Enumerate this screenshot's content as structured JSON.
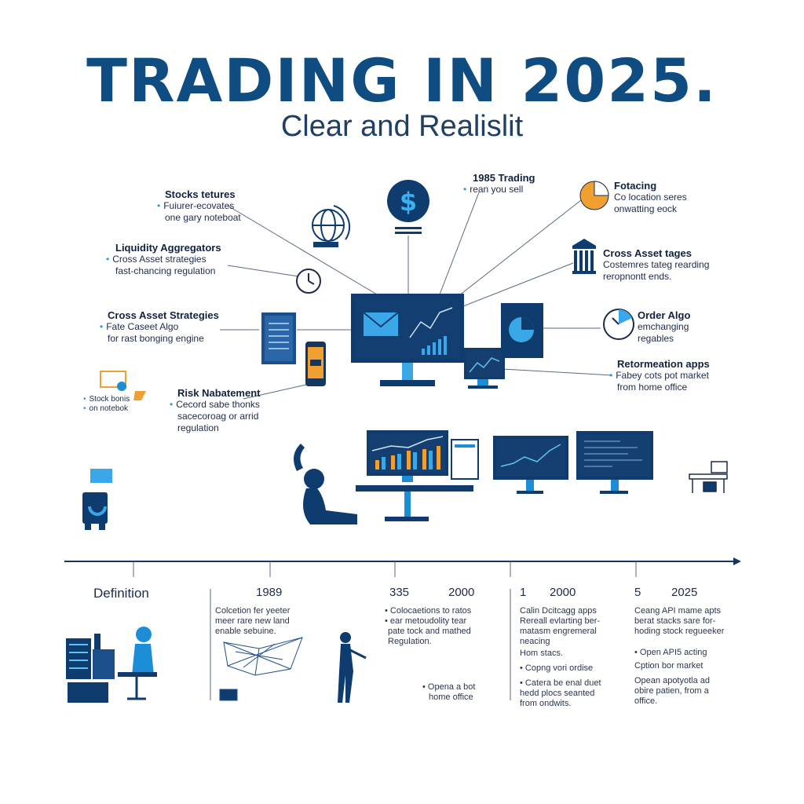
{
  "header": {
    "title": "TRADING IN 2025.",
    "subtitle": "Clear and Realislit"
  },
  "labels": {
    "stocks": {
      "head": "Stocks tetures",
      "lines": [
        "Fuiurer-ecovates",
        "one gary noteboat"
      ]
    },
    "liquidity": {
      "head": "Liquidity Aggregators",
      "lines": [
        "Cross Asset strategies",
        "fast-chancing regulation"
      ]
    },
    "cross_left": {
      "head": "Cross Asset Strategies",
      "lines": [
        "Fate Caseet Algo",
        "for rast bonging engine"
      ]
    },
    "stock_bonds": {
      "lines": [
        "Stock bonis",
        "on notebok"
      ]
    },
    "risk": {
      "head": "Risk Nabatement",
      "lines": [
        "Cecord sabe thonks",
        "sacecoroag or arrid",
        "regulation"
      ]
    },
    "trading1985": {
      "head": "1985 Trading",
      "lines": [
        "rean you sell"
      ]
    },
    "fotacing": {
      "head": "Fotacing",
      "lines": [
        "Co location seres",
        "onwatting eock"
      ]
    },
    "cross_right": {
      "head": "Cross Asset tages",
      "lines": [
        "Costemres tateg rearding",
        "reropnontt ends."
      ]
    },
    "order_algo": {
      "head": "Order Algo",
      "lines": [
        "emchanging",
        "regables"
      ]
    },
    "retormation": {
      "head": "Retormeation apps",
      "lines": [
        "Fabey cots pot market",
        "from home office"
      ]
    }
  },
  "timeline": {
    "definition": "Definition",
    "years": {
      "y1989": "1989",
      "y335": "335",
      "y2000a": "2000",
      "y1": "1",
      "y2000b": "2000",
      "y5": "5",
      "y2025": "2025"
    },
    "col1": [
      "Colcetion fer yeeter",
      "meer rare new land",
      "enable sebuine."
    ],
    "col2": [
      "Colocaetions to ratos",
      "ear metoudolity tear",
      "pate tock and mathed",
      "Regulation."
    ],
    "col2b": [
      "Opena a bot",
      "home office"
    ],
    "col3": [
      "Calin Dcitcagg apps",
      "Rereall evlarting ber-",
      "matasm engremeral",
      "neacing"
    ],
    "col3b": [
      "Hom stacs."
    ],
    "col3c": [
      "Copng vori ordise"
    ],
    "col3d": [
      "Catera be enal duet",
      "hedd plocs seanted",
      "from ondwits."
    ],
    "col4": [
      "Ceang API mame apts",
      "berat stacks sare for-",
      "hoding stock regueeker"
    ],
    "col4b": [
      "Open API5 acting",
      "Cption bor market"
    ],
    "col4c": [
      "Opean apotyotla ad",
      "obire patien, from a",
      "office."
    ]
  },
  "colors": {
    "navy": "#0f3c6e",
    "blue": "#1c8ed8",
    "accent_orange": "#f0a030",
    "line": "#5a6a80"
  },
  "icons": [
    "dollar-icon",
    "globe-icon",
    "clock-icon",
    "pie-chart-icon",
    "building-icon",
    "gauge-icon",
    "server-icon",
    "phone-icon",
    "monitor-icon",
    "laptop-icon",
    "robot-icon",
    "person-icon"
  ]
}
